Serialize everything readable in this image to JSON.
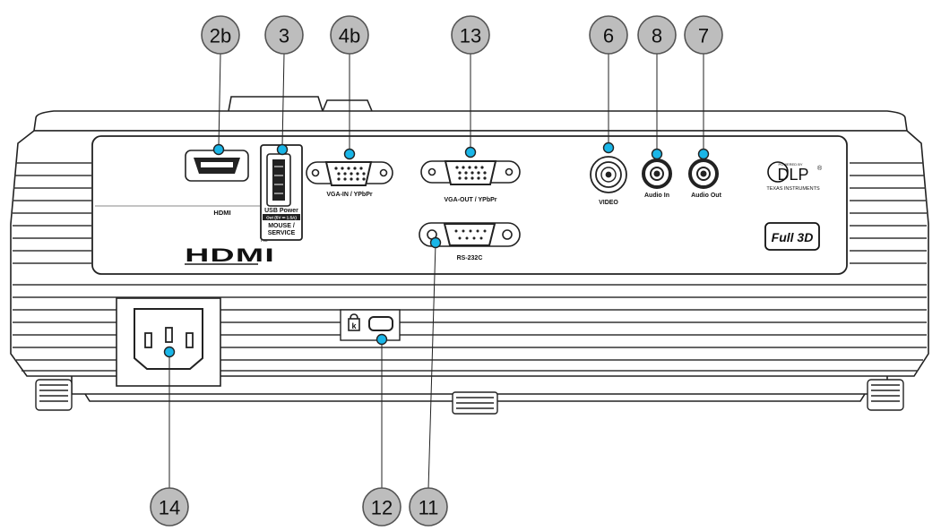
{
  "callouts": {
    "c2b": "2b",
    "c3": "3",
    "c4b": "4b",
    "c13": "13",
    "c6": "6",
    "c8": "8",
    "c7": "7",
    "c14": "14",
    "c12": "12",
    "c11": "11"
  },
  "port_labels": {
    "hdmi": "HDMI",
    "usb_power": "USB Power",
    "usb_power_sub": "Out (5V ⎓ 1.5A)",
    "mouse_service_1": "MOUSE /",
    "mouse_service_2": "SERVICE",
    "vga_in": "VGA-IN / YPbPr",
    "vga_out": "VGA-OUT / YPbPr",
    "rs232": "RS-232C",
    "video": "VIDEO",
    "audio_in": "Audio In",
    "audio_out": "Audio Out"
  },
  "logos": {
    "hdmi_logo": "HDMI",
    "hdmi_tm": "TM",
    "dlp_top": "POWERED BY",
    "dlp": "DLP",
    "dlp_reg": "®",
    "texas": "TEXAS INSTRUMENTS",
    "full3d": "Full 3D"
  },
  "colors": {
    "callout_fill": "#bdbdbd",
    "callout_stroke": "#555555",
    "marker": "#19b6e8",
    "outline": "#222222"
  }
}
